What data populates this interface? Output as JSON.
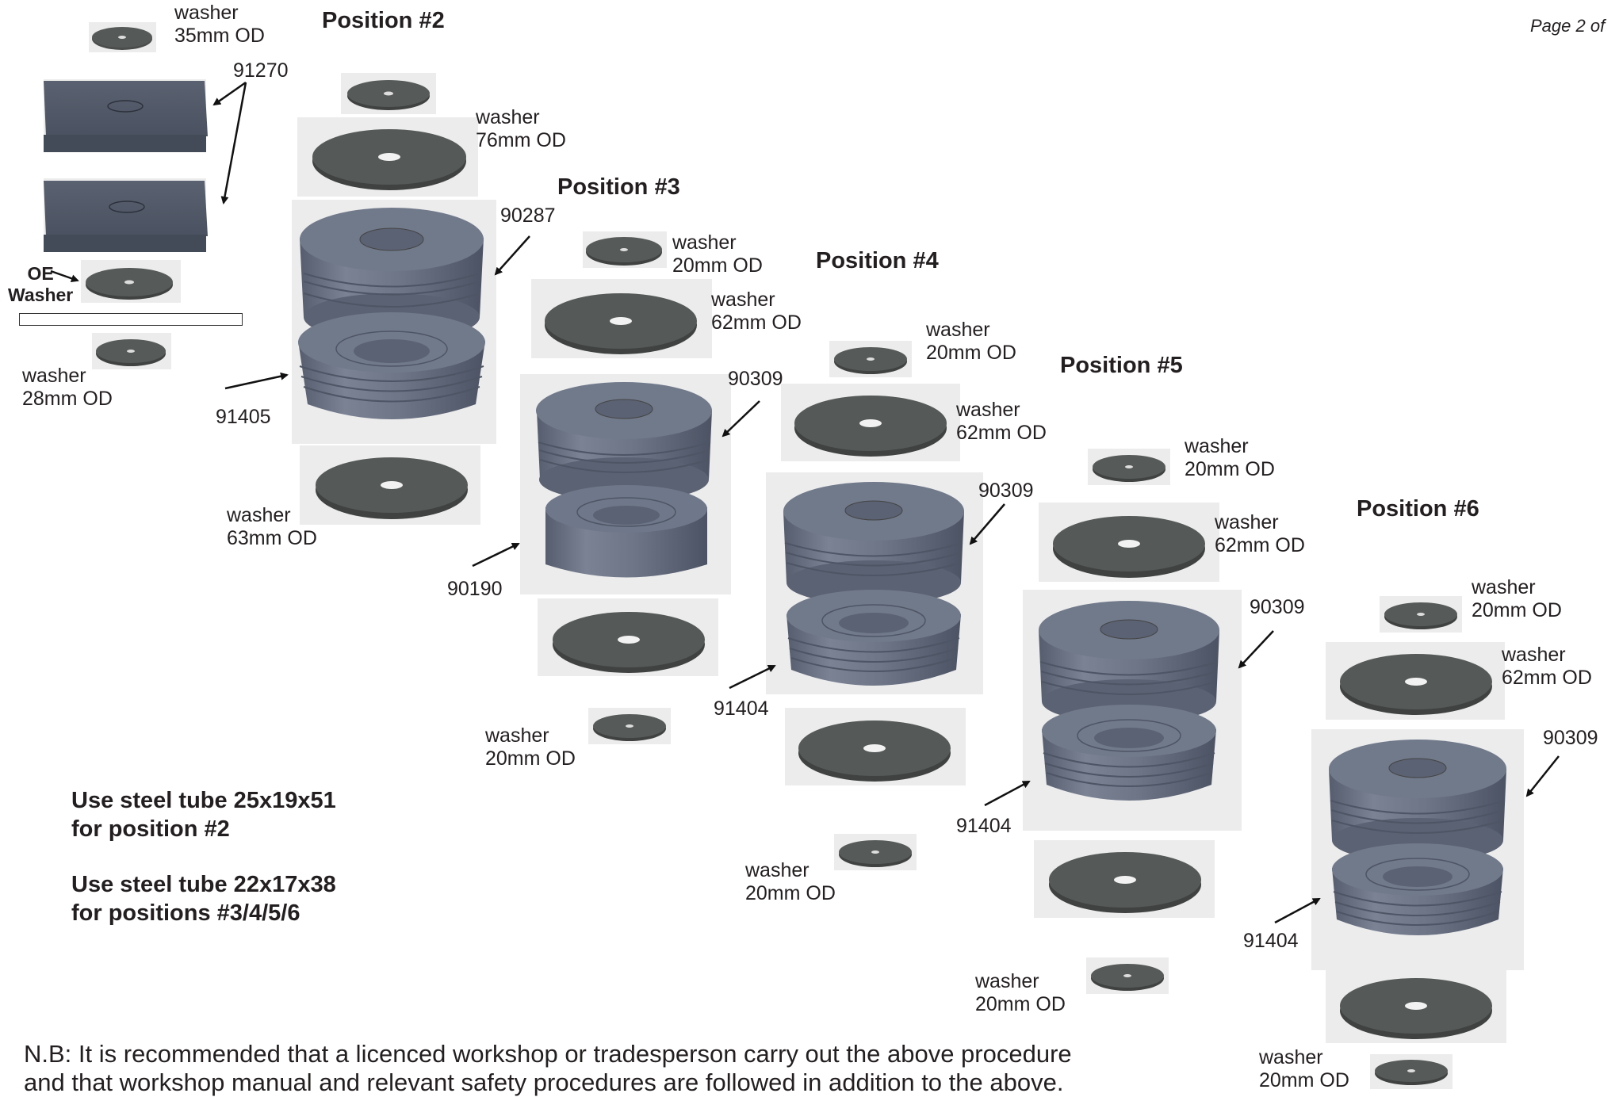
{
  "page_label": "Page 2 of",
  "headings": {
    "pos2": "Position #2",
    "pos3": "Position #3",
    "pos4": "Position #4",
    "pos5": "Position #5",
    "pos6": "Position #6"
  },
  "oe_washer": "OE\nWasher",
  "washer_labels": {
    "w35": "washer\n35mm OD",
    "w28": "washer\n28mm OD",
    "w76": "washer\n76mm OD",
    "w63": "washer\n63mm OD",
    "p3_top": "washer\n20mm OD",
    "p3_large": "washer\n62mm OD",
    "p3_bottom": "washer\n20mm OD",
    "p4_top": "washer\n20mm OD",
    "p4_large": "washer\n62mm OD",
    "p4_bottom": "washer\n20mm OD",
    "p5_top": "washer\n20mm OD",
    "p5_large": "washer\n62mm OD",
    "p5_bottom": "washer\n20mm OD",
    "p6_top": "washer\n20mm OD",
    "p6_large": "washer\n62mm OD",
    "p6_bottom": "washer\n20mm OD"
  },
  "part_numbers": {
    "p91270": "91270",
    "p90287": "90287",
    "p91405": "91405",
    "p90309_3": "90309",
    "p90190": "90190",
    "p90309_4": "90309",
    "p91404_4": "91404",
    "p90309_5": "90309",
    "p91404_5": "91404",
    "p90309_6": "90309",
    "p91404_6": "91404"
  },
  "notes": {
    "tube1": "Use steel tube 25x19x51\nfor position #2",
    "tube2": "Use steel tube 22x17x38\nfor positions #3/4/5/6"
  },
  "footnote": "N.B: It is recommended that a licenced workshop or tradesperson carry out the above procedure\nand that workshop manual and relevant safety procedures are followed in addition to the above.",
  "colors": {
    "bush_body": "#6b7384",
    "washer_face": "#4a4d4c",
    "render_bg": "#ececec",
    "text": "#231f20"
  }
}
